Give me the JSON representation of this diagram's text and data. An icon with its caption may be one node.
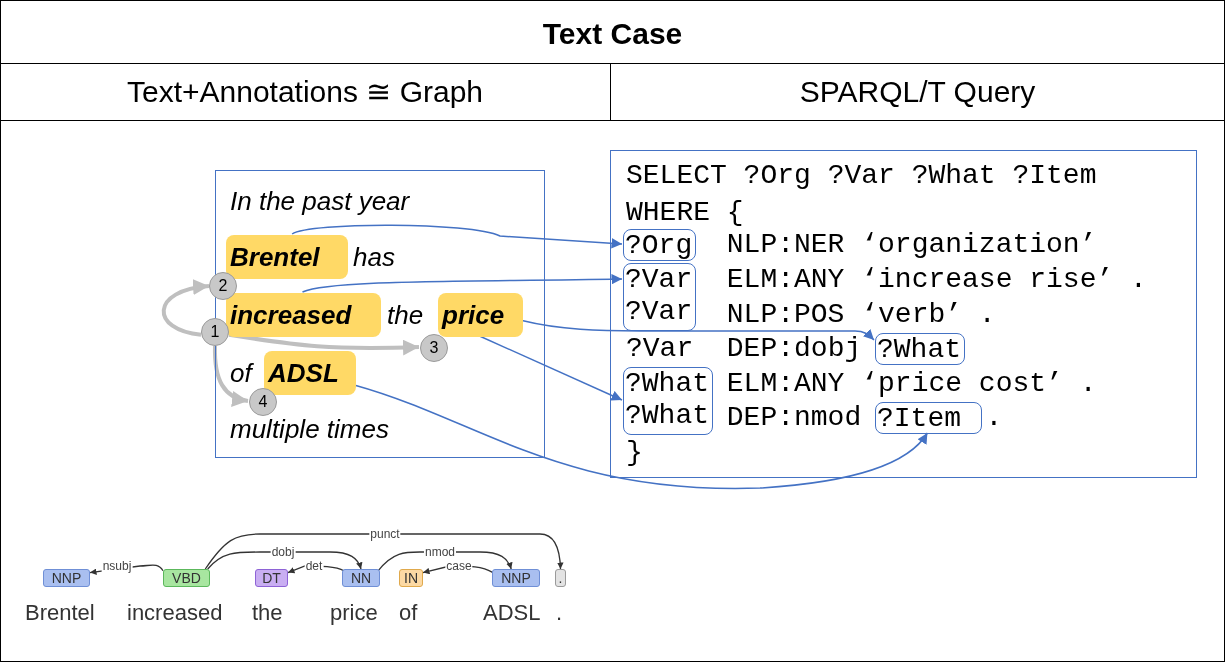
{
  "diagram": {
    "title": "Text Case",
    "nodes": [
      {
        "text": [
          "In the past year",
          "has",
          "the",
          "of",
          "multiple times"
        ]
      },
      {
        "text": [
          "Brentel"
        ],
        "in": 0
      },
      {
        "text": [
          "increased"
        ],
        "in": 0
      },
      {
        "text": [
          "price"
        ],
        "in": 0
      },
      {
        "text": [
          "ADSL"
        ],
        "in": 0
      },
      {
        "text": [
          "2"
        ]
      },
      {
        "text": [
          "1"
        ]
      },
      {
        "text": [
          "3"
        ],
        "in": 0
      },
      {
        "text": [
          "4"
        ],
        "in": 0
      },
      {
        "text": [
          "SELECT ?Org ?Var ?What ?Item",
          "WHERE {",
          "NLP:NER ‘organization’",
          "ELM:ANY ‘increase rise’ .",
          "NLP:POS ‘verb’ .",
          "?Var DEP:dobj",
          "ELM:ANY ‘price cost’ .",
          "DEP:nmod",
          ".",
          "}"
        ]
      },
      {
        "text": [
          "?Org"
        ],
        "in": 9
      },
      {
        "text": [
          "?Var ?Var"
        ],
        "in": 9
      },
      {
        "text": [
          "?What"
        ],
        "in": 9
      },
      {
        "text": [
          "?What ?What"
        ],
        "in": 9
      },
      {
        "text": [
          "?Item"
        ],
        "in": 9
      },
      {
        "text": [
          "NNP"
        ],
        "beside": [
          "Brentel"
        ]
      },
      {
        "text": [
          "VBD"
        ],
        "beside": [
          "increased"
        ]
      },
      {
        "text": [
          "DT"
        ],
        "beside": [
          "the"
        ]
      },
      {
        "text": [
          "NN"
        ],
        "beside": [
          "price"
        ]
      },
      {
        "text": [
          "IN"
        ],
        "beside": [
          "of"
        ]
      },
      {
        "text": [
          "NNP"
        ],
        "beside": [
          "ADSL"
        ]
      },
      {
        "text": [
          "."
        ],
        "beside": [
          "."
        ]
      }
    ],
    "edges": [
      {
        "from": 6,
        "to": 5,
        "arrow": "to",
        "style": "thick",
        "color": "#bfbfbf"
      },
      {
        "from": 6,
        "to": 7,
        "arrow": "to",
        "style": "thick",
        "color": "#bfbfbf"
      },
      {
        "from": 6,
        "to": 8,
        "arrow": "to",
        "style": "thick",
        "color": "#bfbfbf"
      },
      {
        "from": 1,
        "to": 10,
        "arrow": "to",
        "color": "#4472c4"
      },
      {
        "from": 2,
        "to": 11,
        "arrow": "to",
        "color": "#4472c4"
      },
      {
        "from": 3,
        "to": 12,
        "arrow": "to",
        "color": "#4472c4"
      },
      {
        "from": 3,
        "to": 13,
        "arrow": "to",
        "color": "#4472c4"
      },
      {
        "from": 4,
        "to": 14,
        "arrow": "to",
        "color": "#4472c4"
      },
      {
        "from": 16,
        "to": 15,
        "arrow": "to",
        "label": "nsubj"
      },
      {
        "from": 16,
        "to": 18,
        "arrow": "to",
        "label": "dobj"
      },
      {
        "from": 18,
        "to": 17,
        "arrow": "to",
        "label": "det"
      },
      {
        "from": 18,
        "to": 20,
        "arrow": "to",
        "label": "nmod"
      },
      {
        "from": 20,
        "to": 19,
        "arrow": "to",
        "label": "case"
      },
      {
        "from": 16,
        "to": 21,
        "arrow": "to",
        "label": "punct"
      }
    ],
    "labels": [
      "Text+Annotations ≅ Graph",
      "SPARQL/T Query"
    ]
  }
}
